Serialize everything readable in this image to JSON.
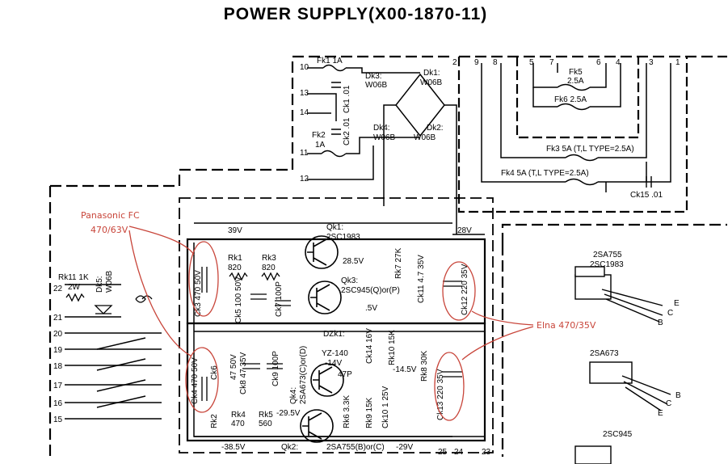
{
  "title": "POWER SUPPLY(X00-1870-11)",
  "annotations": {
    "panasonic_line1": "Panasonic FC",
    "panasonic_line2": "470/63V",
    "elna": "Elna 470/35V",
    "accent_color": "#c8453a"
  },
  "terminals_top": [
    "2",
    "9",
    "8",
    "5",
    "7",
    "6",
    "4",
    "3",
    "1"
  ],
  "terminals_left": [
    "10",
    "13",
    "14",
    "11",
    "12"
  ],
  "terminals_side": [
    "22",
    "21",
    "20",
    "19",
    "18",
    "17",
    "16",
    "15"
  ],
  "terminals_bottom": [
    "25",
    "24",
    "23"
  ],
  "fuses": {
    "fk1": "Fk1  1A",
    "fk2a": "Fk2",
    "fk2b": "1A",
    "fk5a": "Fk5",
    "fk5b": "2.5A",
    "fk6": "Fk6  2.5A",
    "fk3": "Fk3  5A (T,L TYPE=2.5A)",
    "fk4": "Fk4  5A (T,L TYPE=2.5A)"
  },
  "diodes": {
    "dk3a": "Dk3:",
    "dk3b": "W06B",
    "dk1a": "Dk1:",
    "dk1b": "W06B",
    "dk4a": "Dk4:",
    "dk4b": "W06B",
    "dk2a": "Dk2:",
    "dk2b": "W06B",
    "dk5a": "Dk5:",
    "dk5b": "W06B",
    "dzk1": "DZk1:",
    "dzk1b": "YZ-140"
  },
  "caps": {
    "ck1": "Ck1  .01",
    "ck2": "Ck2  .01",
    "ck15": "Ck15  .01",
    "ck3": "Ck3 470 50V",
    "ck4": "Ck4 470 50V",
    "ck5": "Ck5 100 50V",
    "ck6": "Ck6",
    "ck7": "Ck7 100P",
    "ck8": "Ck8 47 35V",
    "ck6v": "47 50V",
    "ck9": "Ck9 100P",
    "ck11": "Ck11 4.7 35V",
    "ck12": "Ck12 220 35V",
    "ck13": "Ck13 220 35V",
    "ck14": "Ck14 16V",
    "ck10": "Ck10 1 25V",
    "c47p": "47P"
  },
  "resistors": {
    "rk1": "Rk1",
    "rk1v": "820",
    "rk3": "Rk3",
    "rk3v": "820",
    "rk11": "Rk11 1K",
    "rk11w": "2W",
    "rk2": "Rk2",
    "rk4": "Rk4",
    "rk4v": "470",
    "rk5": "Rk5",
    "rk5v": "560",
    "rk6": "Rk6 3.3K",
    "rk7": "Rk7 27K",
    "rk8": "Rk8 30K",
    "rk9": "Rk9 15K",
    "rk10": "Rk10 15K"
  },
  "transistors": {
    "qk1": "Qk1:",
    "qk1b": "2SC1983",
    "qk3": "Qk3:",
    "qk3b": "2SC945(Q)or(P)",
    "qk4": "Qk4:",
    "qk4b": "2SA673(C)or(D)",
    "qk2": "Qk2:",
    "qk2b": "2SA755(B)or(C)"
  },
  "voltages": {
    "v39": "39V",
    "v28": "28V",
    "v28_5": "28.5V",
    "v_5": ".5V",
    "v_14_5": "-14.5V",
    "v_14": "-14V",
    "v_29_5": "-29.5V",
    "v_29": "-29V",
    "v_38_5": "-38.5V"
  },
  "pinouts": {
    "p1_title_a": "2SA755",
    "p1_title_b": "2SC1983",
    "p1_e": "E",
    "p1_c": "C",
    "p1_b": "B",
    "p2_title": "2SA673",
    "p2_b": "B",
    "p2_c": "C",
    "p2_e": "E",
    "p3_title": "2SC945"
  }
}
